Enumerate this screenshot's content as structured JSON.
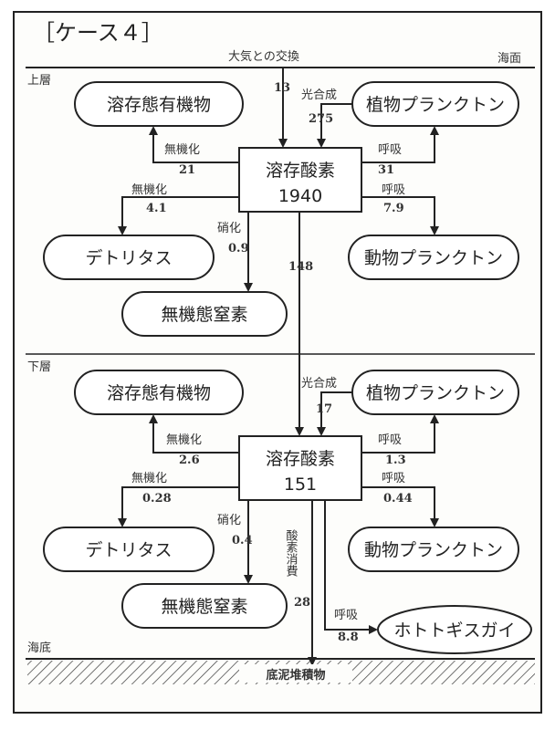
{
  "header": {
    "case_title": "［ケース４］"
  },
  "labels": {
    "exchange": "大気との交換",
    "sea_surface": "海面",
    "upper_layer": "上層",
    "lower_layer": "下層",
    "sea_floor": "海底",
    "sediment": "底泥堆積物"
  },
  "upper": {
    "oxygen_title": "溶存酸素",
    "oxygen_value": "1940",
    "dom": "溶存態有機物",
    "phyto": "植物プランクトン",
    "zoo": "動物プランクトン",
    "detritus": "デトリタス",
    "din": "無機態窒素",
    "flows": {
      "exchange_value": "13",
      "photo_label": "光合成",
      "photo_value": "275",
      "resp_phyto_label": "呼吸",
      "resp_phyto_value": "31",
      "min_dom_label": "無機化",
      "min_dom_value": "21",
      "min_det_label": "無機化",
      "min_det_value": "4.1",
      "resp_zoo_label": "呼吸",
      "resp_zoo_value": "7.9",
      "nitri_label": "硝化",
      "nitri_value": "0.9",
      "down_value": "148"
    }
  },
  "lower": {
    "oxygen_title": "溶存酸素",
    "oxygen_value": "151",
    "dom": "溶存態有機物",
    "phyto": "植物プランクトン",
    "zoo": "動物プランクトン",
    "detritus": "デトリタス",
    "din": "無機態窒素",
    "benthos": "ホトトギスガイ",
    "flows": {
      "photo_label": "光合成",
      "photo_value": "17",
      "resp_phyto_label": "呼吸",
      "resp_phyto_value": "1.3",
      "min_dom_label": "無機化",
      "min_dom_value": "2.6",
      "min_det_label": "無機化",
      "min_det_value": "0.28",
      "resp_zoo_label": "呼吸",
      "resp_zoo_value": "0.44",
      "nitri_label": "硝化",
      "nitri_value": "0.4",
      "consumption_label": "酸素消費",
      "consumption_value": "28",
      "resp_benthos_label": "呼吸",
      "resp_benthos_value": "8.8"
    }
  }
}
